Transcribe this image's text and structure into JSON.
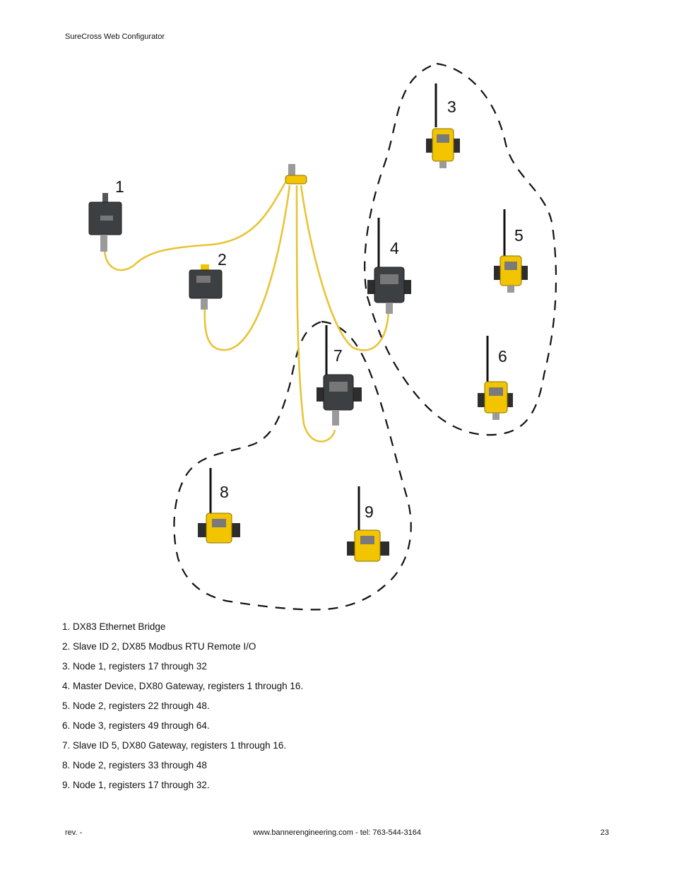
{
  "header": {
    "title": "SureCross Web Configurator"
  },
  "diagram": {
    "labels": [
      "1",
      "2",
      "3",
      "4",
      "5",
      "6",
      "7",
      "8",
      "9"
    ],
    "colors": {
      "cable": "#e8c436",
      "device_yellow": "#f2c500",
      "device_dark": "#3d4042",
      "boundary": "#111111"
    }
  },
  "legend": {
    "items": [
      "1. DX83 Ethernet Bridge",
      "2. Slave ID 2, DX85 Modbus RTU Remote I/O",
      "3. Node 1, registers 17 through 32",
      "4. Master Device, DX80 Gateway, registers 1 through 16.",
      "5. Node 2, registers 22 through 48.",
      "6. Node 3, registers 49 through 64.",
      "7. Slave ID 5, DX80 Gateway, registers 1 through 16.",
      "8. Node 2, registers 33 through 48",
      "9. Node 1, registers 17 through 32."
    ]
  },
  "footer": {
    "rev": "rev. -",
    "contact": "www.bannerengineering.com - tel: 763-544-3164",
    "page": "23"
  }
}
